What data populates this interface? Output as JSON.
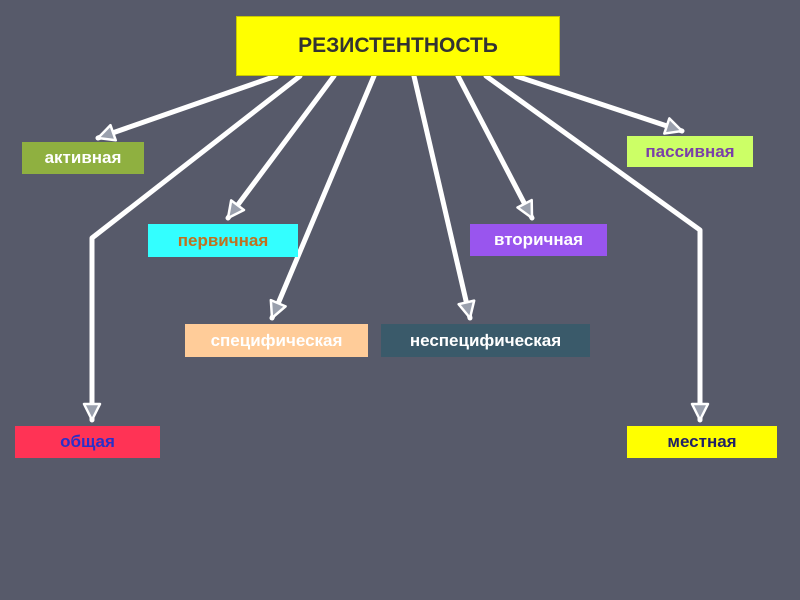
{
  "diagram": {
    "root": {
      "label": "РЕЗИСТЕНТНОСТЬ"
    },
    "nodes": {
      "active": "активная",
      "passive": "пассивная",
      "primary": "первичная",
      "secondary": "вторичная",
      "specific": "специфическая",
      "nonspecific": "неспецифическая",
      "general": "общая",
      "local": "местная"
    },
    "edges": [
      {
        "from": "root",
        "to": "active"
      },
      {
        "from": "root",
        "to": "general"
      },
      {
        "from": "root",
        "to": "primary"
      },
      {
        "from": "root",
        "to": "specific"
      },
      {
        "from": "root",
        "to": "nonspecific"
      },
      {
        "from": "root",
        "to": "secondary"
      },
      {
        "from": "root",
        "to": "local"
      },
      {
        "from": "root",
        "to": "passive"
      }
    ],
    "colors": {
      "background": "#575a6a",
      "arrow": "#ffffff"
    }
  }
}
